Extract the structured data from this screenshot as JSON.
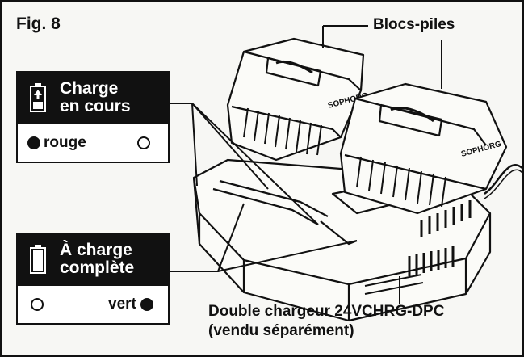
{
  "figure": {
    "label": "Fig. 8",
    "callouts": {
      "battery_packs": "Blocs-piles",
      "charger_line1": "Double chargeur 24VCHRG-DPC",
      "charger_line2": "(vendu séparément)"
    },
    "charging": {
      "title_line1": "Charge",
      "title_line2": "en cours",
      "led_label": "rouge",
      "battery_icon": "battery-charging-icon"
    },
    "complete": {
      "title_line1": "À charge",
      "title_line2": "complète",
      "led_label": "vert",
      "battery_icon": "battery-full-icon"
    },
    "brand_on_battery": "SOPHORG"
  },
  "colors": {
    "ink": "#111111",
    "paper": "#f7f7f4"
  }
}
